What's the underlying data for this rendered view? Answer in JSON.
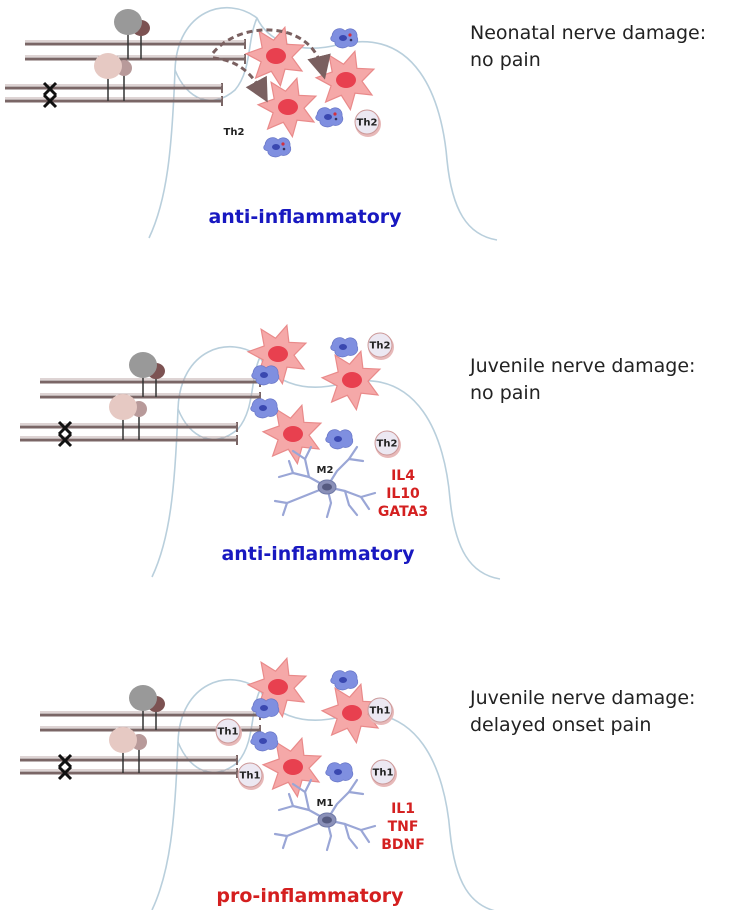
{
  "colors": {
    "anti": "#1818c0",
    "pro": "#d41f1f",
    "cytokine": "#d42020",
    "outline": "#b9cfdc",
    "axon": "#7a6666",
    "astrocyte_fill": "#f5a8a8",
    "astrocyte_core": "#e8404f",
    "microglia": "#7f8fe0",
    "ramified": "#9aa6d6"
  },
  "panels": [
    {
      "caption_line1": "Neonatal nerve damage:",
      "caption_line2": "no pain",
      "state_label": "anti-inflammatory",
      "state": "anti",
      "t_cell_labels": [
        "Th2",
        "Th2"
      ],
      "glia_label": "",
      "cytokines": []
    },
    {
      "caption_line1": "Juvenile nerve damage:",
      "caption_line2": "no pain",
      "state_label": "anti-inflammatory",
      "state": "anti",
      "t_cell_labels": [
        "Th2",
        "Th2"
      ],
      "glia_label": "M2",
      "cytokines": [
        "IL4",
        "IL10",
        "GATA3"
      ]
    },
    {
      "caption_line1": "Juvenile nerve damage:",
      "caption_line2": "delayed onset pain",
      "state_label": "pro-inflammatory",
      "state": "pro",
      "t_cell_labels": [
        "Th1",
        "Th1",
        "Th1",
        "Th1"
      ],
      "glia_label": "M1",
      "cytokines": [
        "IL1",
        "TNF",
        "BDNF"
      ]
    }
  ]
}
